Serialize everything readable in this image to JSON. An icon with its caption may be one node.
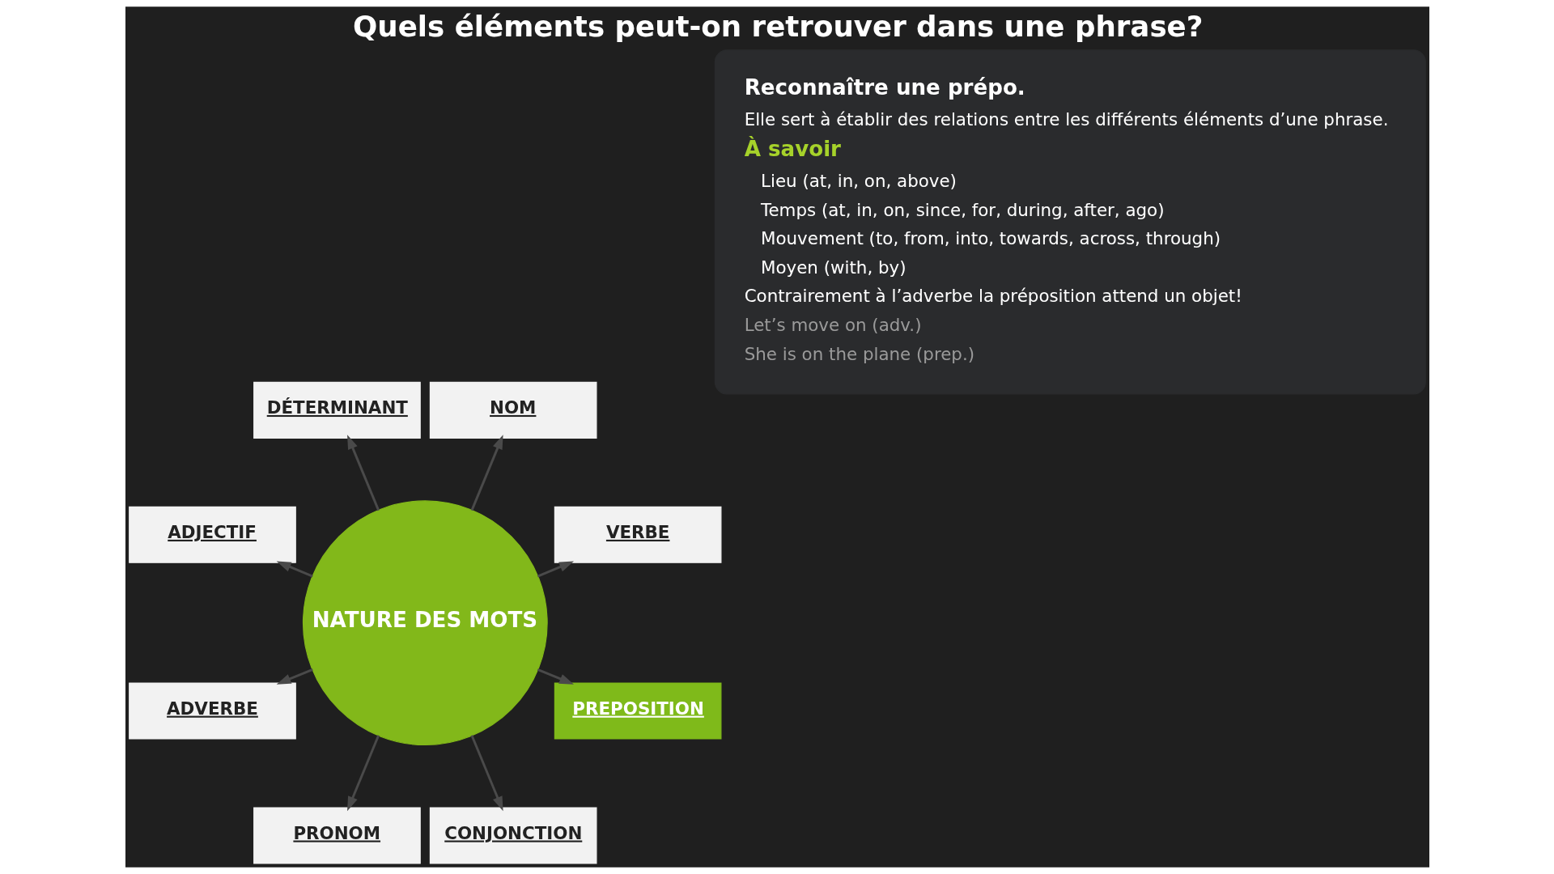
{
  "diagram": {
    "title": "Quels éléments peut-on retrouver dans une phrase?",
    "nodes": [
      {
        "text": [
          "NATURE DES MOTS"
        ]
      },
      {
        "text": [
          "VERBE"
        ]
      },
      {
        "text": [
          "NOM"
        ]
      },
      {
        "text": [
          "DÉTERMINANT"
        ]
      },
      {
        "text": [
          "ADJECTIF"
        ]
      },
      {
        "text": [
          "ADVERBE"
        ]
      },
      {
        "text": [
          "PRONOM"
        ]
      },
      {
        "text": [
          "CONJONCTION"
        ]
      },
      {
        "text": [
          "PREPOSITION"
        ]
      },
      {
        "text": [
          "Reconnaître une prépo.",
          "Elle sert à établir des relations entre les différents éléments d’une phrase.",
          "À savoir",
          "Lieu (at, in, on, above)",
          "Temps (at, in, on, since, for, during, after, ago)",
          "Mouvement (to, from, into, towards, across, through)",
          "Moyen (with, by)",
          "Contrairement à l’adverbe la préposition attend un objet!",
          "Let’s move on (adv.)",
          "She is on the plane (prep.)"
        ]
      }
    ],
    "edges": [
      {
        "from": 0,
        "to": 1,
        "arrow": "to"
      },
      {
        "from": 0,
        "to": 2,
        "arrow": "to"
      },
      {
        "from": 0,
        "to": 3,
        "arrow": "to"
      },
      {
        "from": 0,
        "to": 4,
        "arrow": "to"
      },
      {
        "from": 0,
        "to": 5,
        "arrow": "to"
      },
      {
        "from": 0,
        "to": 6,
        "arrow": "to"
      },
      {
        "from": 0,
        "to": 7,
        "arrow": "to"
      },
      {
        "from": 0,
        "to": 8,
        "arrow": "to"
      }
    ]
  }
}
